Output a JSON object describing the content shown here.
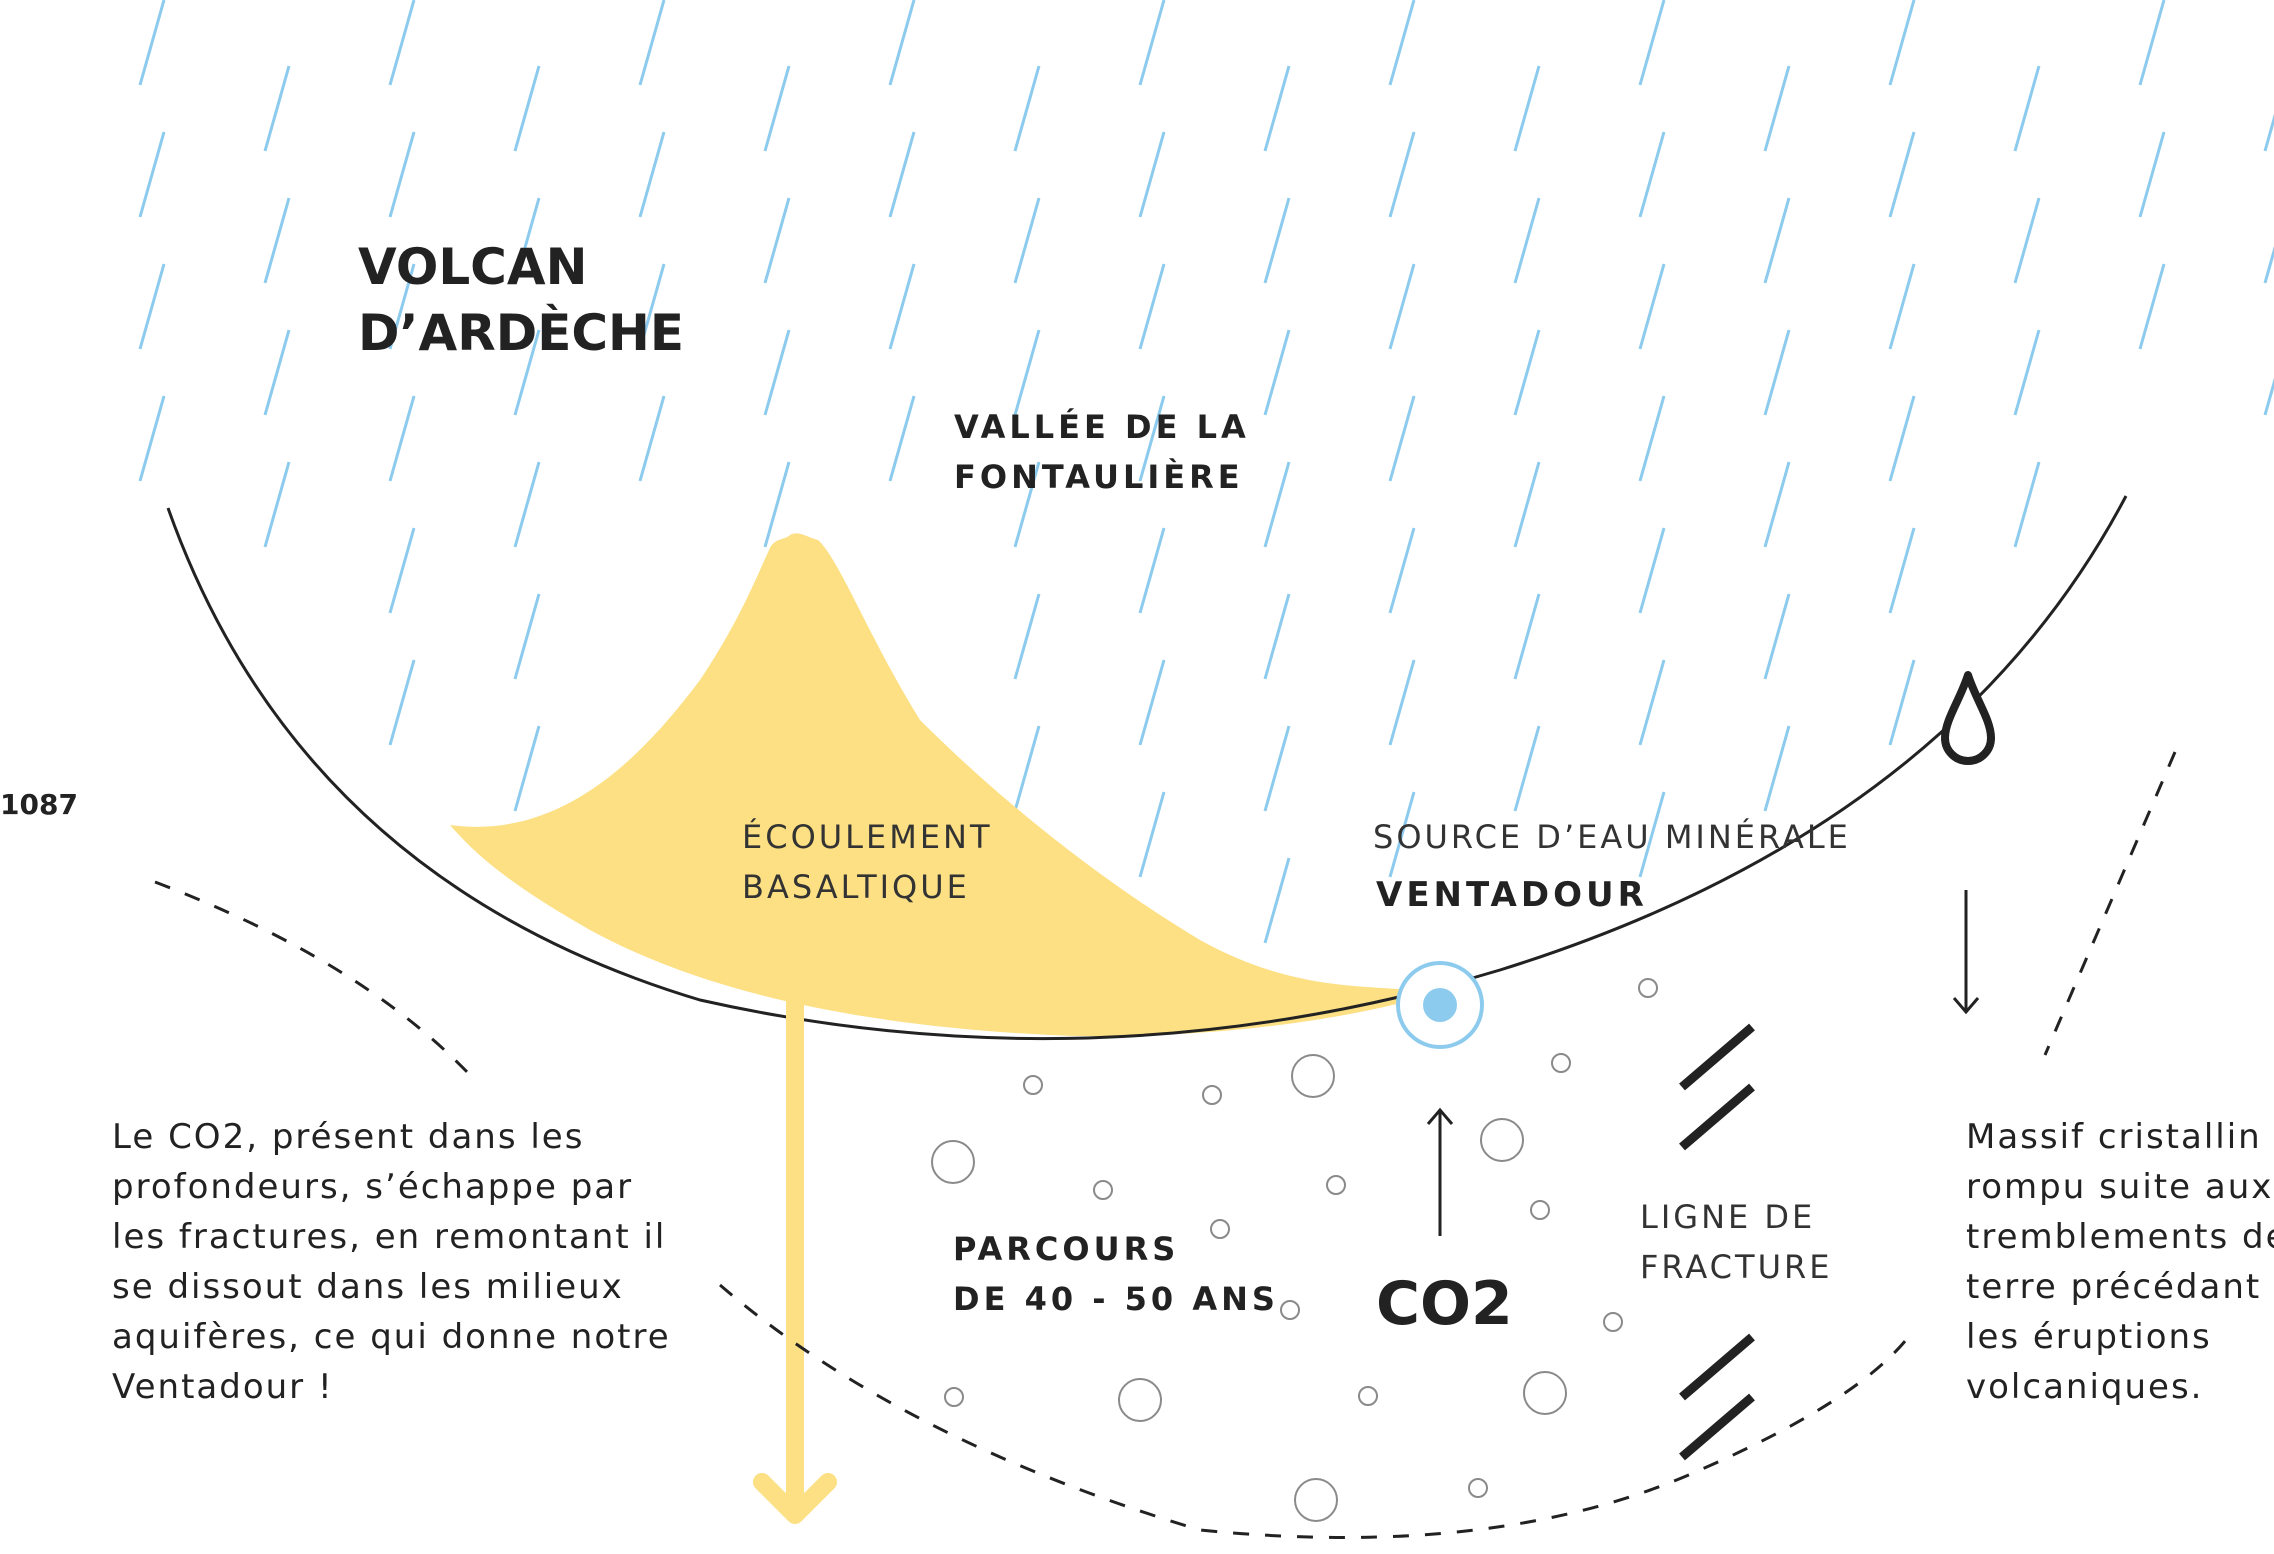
{
  "title": {
    "line1": "VOLCAN",
    "line2": "D’ARDÈCHE"
  },
  "edge_number": "1087",
  "valley_label": {
    "line1": "VALLÉE DE LA",
    "line2": "FONTAULIÈRE"
  },
  "flow_label": {
    "line1": "ÉCOULEMENT",
    "line2": "BASALTIQUE"
  },
  "source_label": {
    "line1": "SOURCE D’EAU MINÉRALE",
    "line2": "VENTADOUR"
  },
  "journey_label": {
    "line1": "PARCOURS",
    "line2": "DE 40 - 50 ANS"
  },
  "co2_label": "CO2",
  "fracture_label": {
    "line1": "LIGNE DE",
    "line2": "FRACTURE"
  },
  "left_text": {
    "lines": [
      "Le CO2, présent dans les",
      "profondeurs, s’échappe par",
      "les fractures, en remontant il",
      "se dissout dans les milieux",
      "aquifères, ce qui donne notre",
      "Ventadour !"
    ]
  },
  "right_text": {
    "lines": [
      "Massif cristallin",
      "rompu suite aux",
      "tremblements de",
      "terre précédant",
      "les éruptions",
      "volcaniques."
    ]
  },
  "icons": {
    "water_drop": "water-drop-icon",
    "spring": "spring-source-icon",
    "down_arrow": "down-arrow-icon",
    "up_arrow": "up-arrow-icon",
    "flow_arrow": "flow-down-arrow-icon"
  },
  "colors": {
    "rain": "#8ccbee",
    "lava": "#fce083",
    "ink": "#222222",
    "bubble": "#8a8a8a",
    "spring_ring": "#8ccbee",
    "spring_core": "#8ccbee"
  }
}
